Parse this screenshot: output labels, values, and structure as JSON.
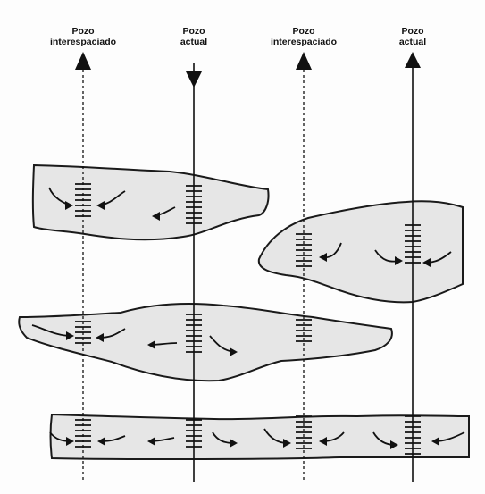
{
  "wells": [
    {
      "type": "interspaced",
      "label_line1": "Pozo",
      "label_line2": "interespaciado"
    },
    {
      "type": "actual",
      "label_line1": "Pozo",
      "label_line2": "actual"
    },
    {
      "type": "interspaced",
      "label_line1": "Pozo",
      "label_line2": "interespaciado"
    },
    {
      "type": "actual",
      "label_line1": "Pozo",
      "label_line2": "actual"
    }
  ],
  "legend": {
    "interspaced_well_style": "dashed-line",
    "actual_well_style": "solid-line"
  },
  "colors": {
    "reservoir_fill": "#e6e6e6",
    "ink": "#111111"
  }
}
